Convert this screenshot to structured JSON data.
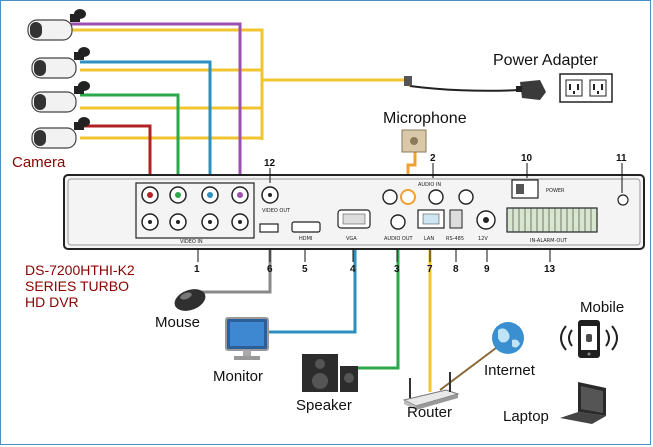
{
  "labels": {
    "power_adapter": "Power Adapter",
    "microphone": "Microphone",
    "camera": "Camera",
    "mouse": "Mouse",
    "monitor": "Monitor",
    "speaker": "Speaker",
    "router": "Router",
    "internet": "Internet",
    "mobile": "Mobile",
    "laptop": "Laptop"
  },
  "model": {
    "line1": "DS-7200HTHI-K2",
    "line2": "SERIES TURBO",
    "line3": "HD DVR"
  },
  "panel_text": {
    "video_in": "VIDEO IN",
    "video_out": "VIDEO OUT",
    "vga": "VGA",
    "hdmi": "HDMI",
    "audio_out": "AUDIO OUT",
    "audio_in": "AUDIO IN",
    "lan": "LAN",
    "rs485": "RS-485",
    "dc12v": "12V",
    "power": "POWER",
    "alarm": "IN-ALARM-OUT"
  },
  "callouts": [
    "1",
    "2",
    "3",
    "4",
    "5",
    "6",
    "7",
    "8",
    "9",
    "10",
    "11",
    "12",
    "13"
  ],
  "wire_colors": {
    "red": "#b22222",
    "green": "#2aa84a",
    "blue": "#2b8fbf",
    "purple": "#9b4fb0",
    "yellow": "#f0c530",
    "gray": "#8a8a8a"
  }
}
